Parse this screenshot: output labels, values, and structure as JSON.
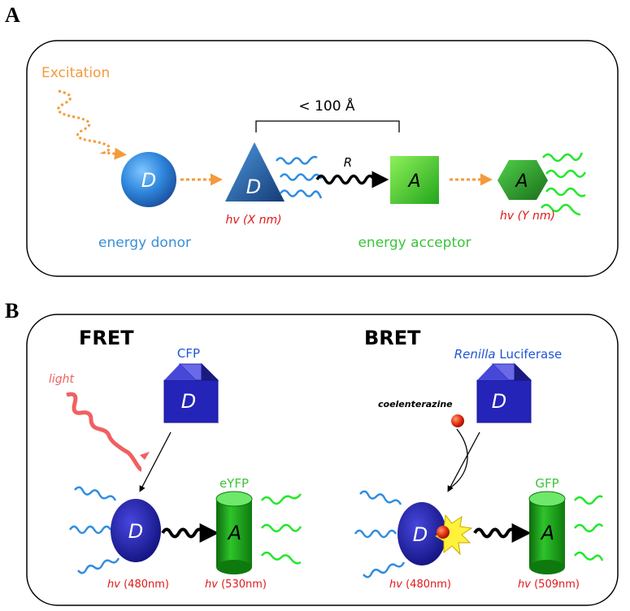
{
  "panel_a": {
    "letter": "A",
    "excitation": "Excitation",
    "distance": "< 100 Å",
    "r_label": "R",
    "d_circle": "D",
    "d_triangle": "D",
    "a_square": "A",
    "a_hexagon": "A",
    "hv_donor": "hv (X nm)",
    "hv_acceptor": "hv (Y nm)",
    "energy_donor": "energy donor",
    "energy_acceptor": "energy acceptor"
  },
  "panel_b": {
    "letter": "B",
    "fret": {
      "title": "FRET",
      "light": "light",
      "cfp": "CFP",
      "cube_letter": "D",
      "donor_letter": "D",
      "acceptor_letter": "A",
      "eyfp": "eYFP",
      "hv_donor": "hv",
      "hv_donor_nm": "(480nm)",
      "hv_acceptor": "hv",
      "hv_acceptor_nm": "(530nm)"
    },
    "bret": {
      "title": "BRET",
      "renilla": "Renilla",
      "luciferase": " Luciferase",
      "coelenterazine": "coelenterazine",
      "cube_letter": "D",
      "donor_letter": "D",
      "acceptor_letter": "A",
      "gfp": "GFP",
      "hv_donor": "hv",
      "hv_donor_nm": "(480nm)",
      "hv_acceptor": "hv",
      "hv_acceptor_nm": "(509nm)"
    }
  },
  "colors": {
    "orange": "#f39a3c",
    "blue_text": "#3a8fd8",
    "green_text": "#3cc43c",
    "red_text": "#e11818",
    "wave_blue": "#2f8de0",
    "wave_green": "#22e82a",
    "light_red": "#f06060",
    "dark_blue": "#1c1c9e",
    "label_blue": "#1f55d6"
  }
}
